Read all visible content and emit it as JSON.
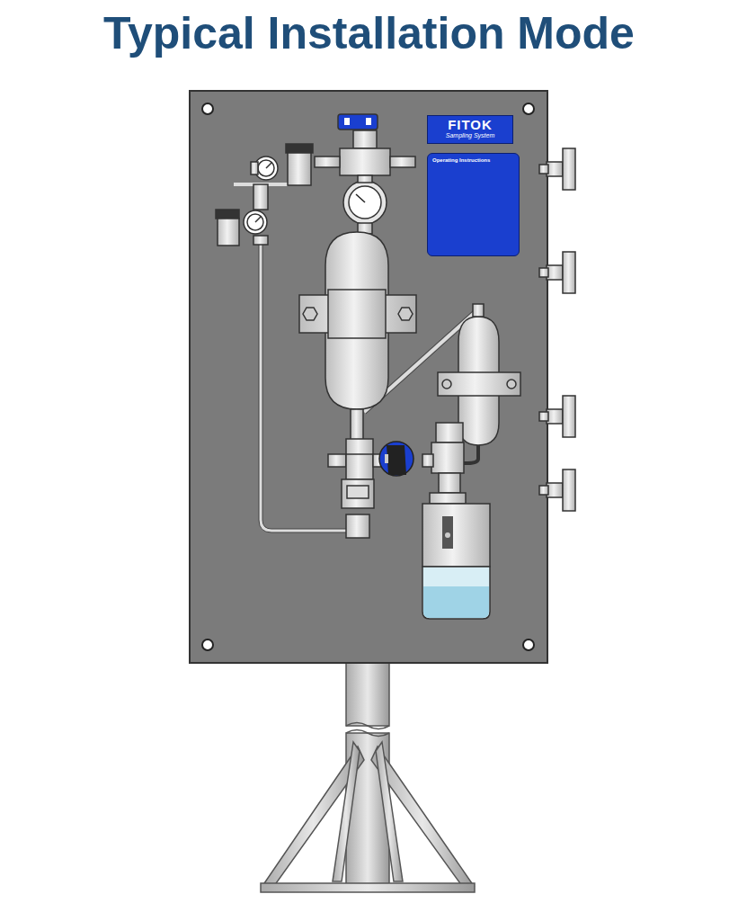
{
  "diagram": {
    "title": "Typical Installation Mode",
    "nodes": [
      {
        "text": [
          "FITOK",
          "Sampling System"
        ]
      },
      {
        "text": [
          "Operating Instructions"
        ]
      }
    ]
  }
}
